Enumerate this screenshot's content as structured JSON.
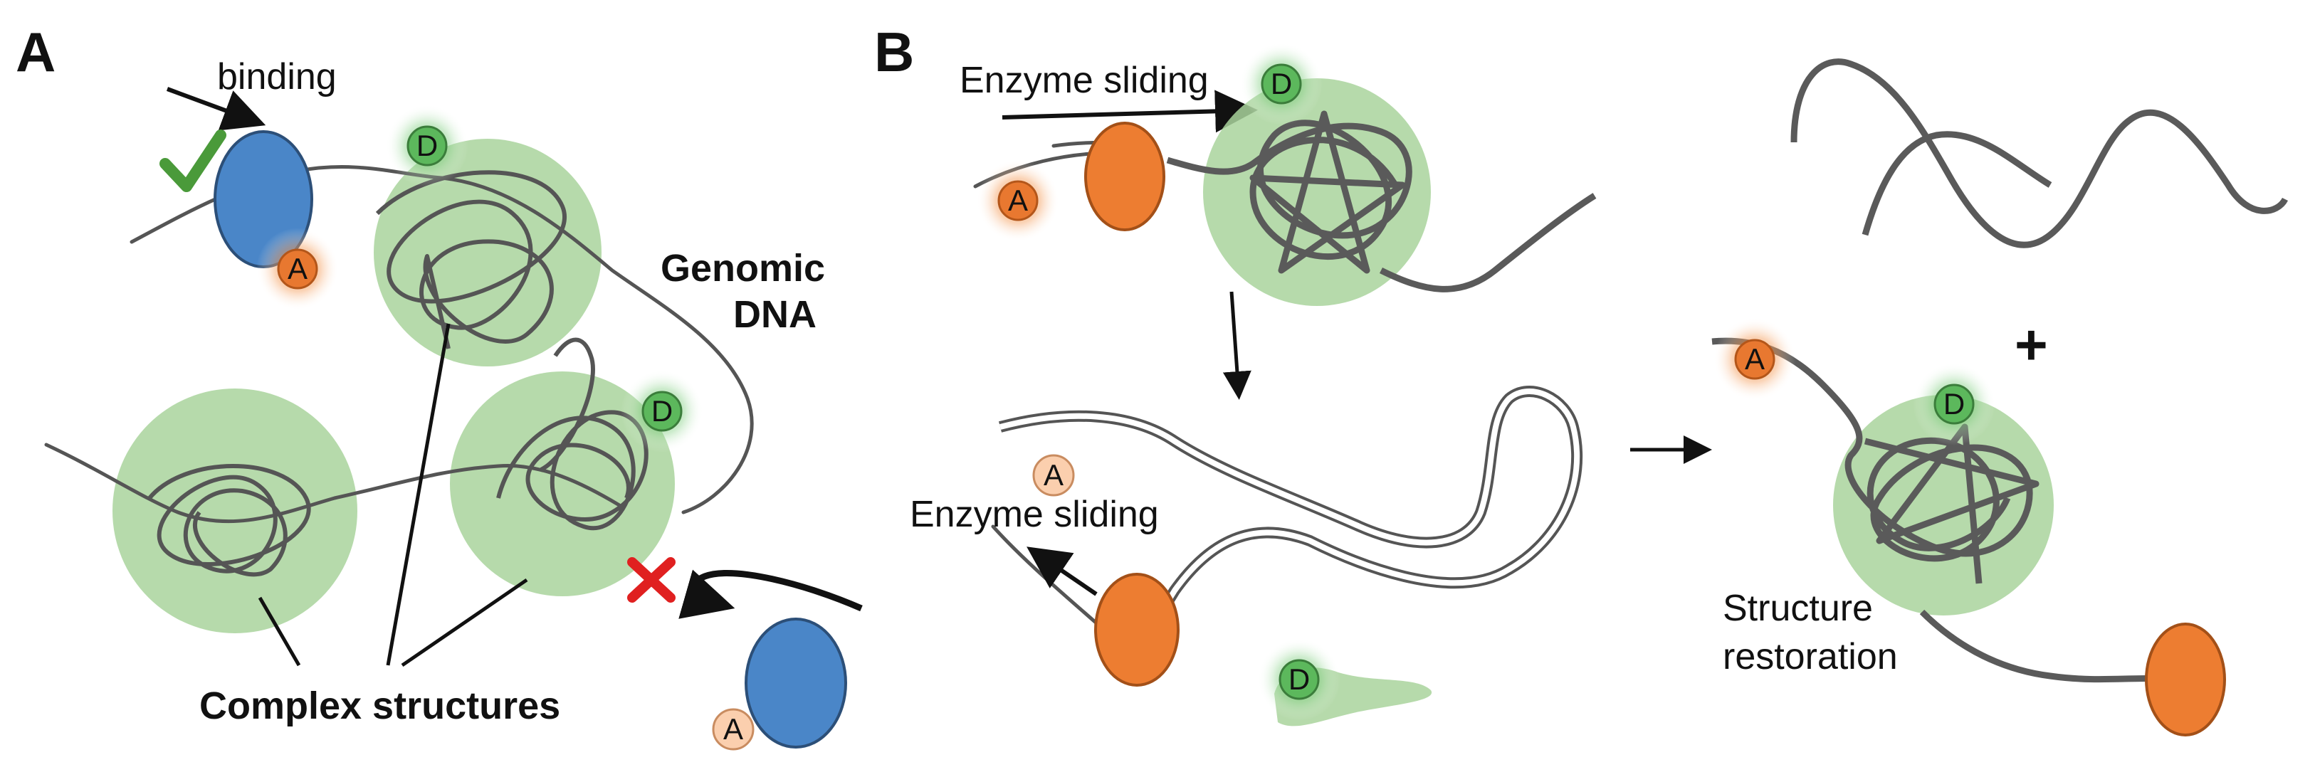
{
  "panels": {
    "a": {
      "label": "A",
      "binding": "binding",
      "genomic_line1": "Genomic",
      "genomic_line2": "DNA",
      "complex_structures": "Complex structures",
      "badge_acceptor": "A",
      "badge_donor": "D"
    },
    "b": {
      "label": "B",
      "enzyme_sliding_top": "Enzyme sliding",
      "enzyme_sliding_mid": "Enzyme sliding",
      "structure_line1": "Structure",
      "structure_line2": "restoration",
      "plus_sign": "+",
      "badge_acceptor": "A",
      "badge_donor": "D"
    }
  },
  "colors": {
    "globule_green": "#a9d39c",
    "donor_green": "#5cb85c",
    "acceptor_orange": "#e87830",
    "enzyme_blue": "#4a86c8",
    "enzyme_orange": "#ed7d31",
    "check_green": "#4a9a3a",
    "cross_red": "#e02020"
  },
  "icons": [
    "checkmark-icon",
    "cross-icon",
    "plus-icon",
    "arrow-icon"
  ]
}
